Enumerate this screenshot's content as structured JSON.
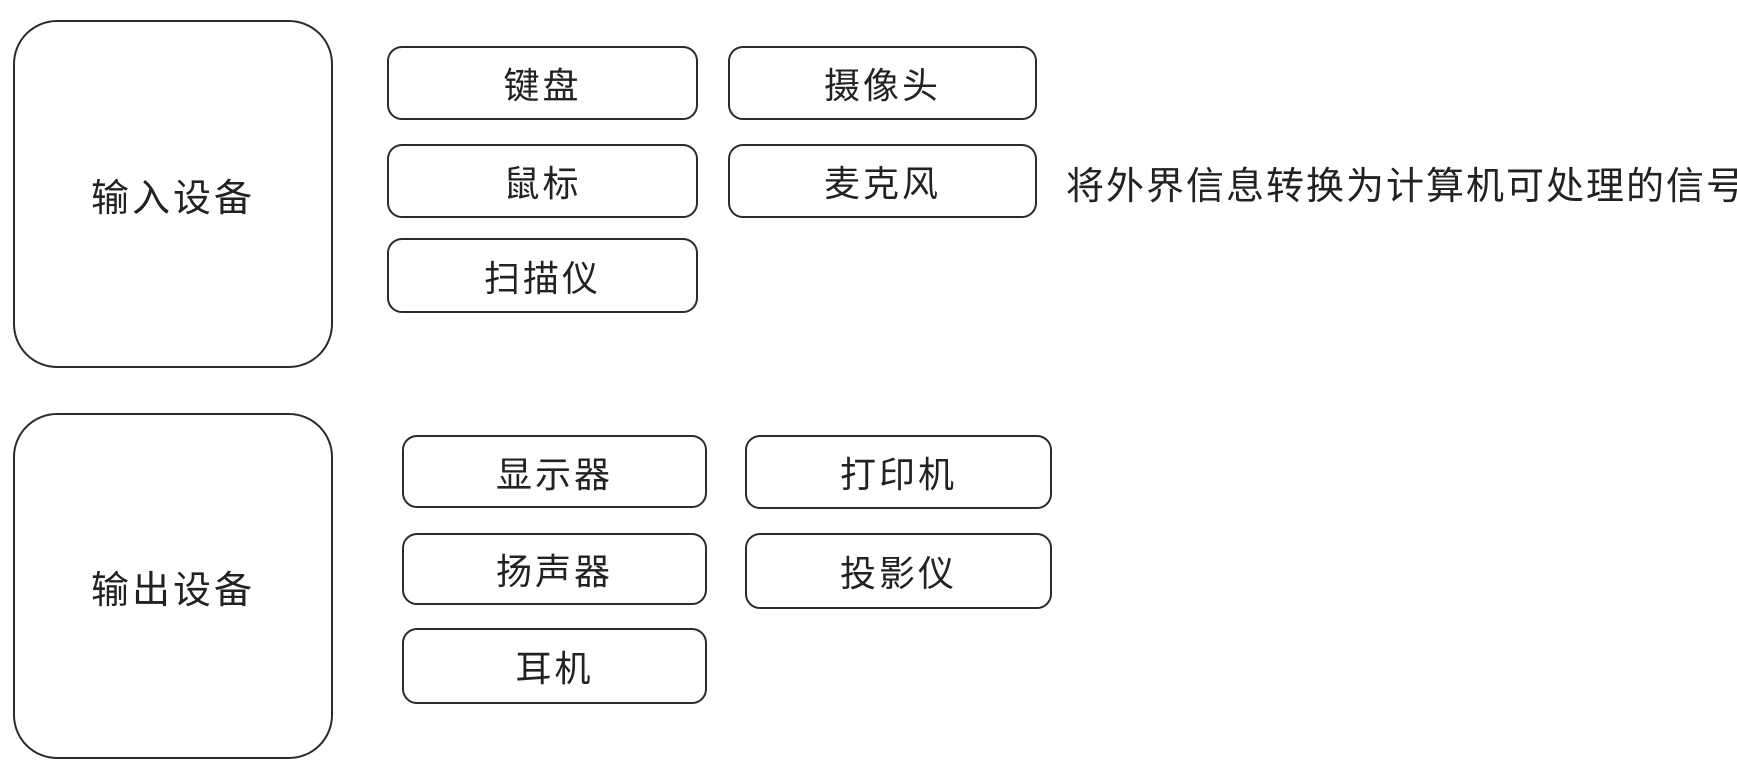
{
  "colors": {
    "background": "#ffffff",
    "border": "#2b2b2b",
    "text": "#222222"
  },
  "input": {
    "label": "输入设备",
    "devices": [
      "键盘",
      "鼠标",
      "扫描仪",
      "摄像头",
      "麦克风"
    ],
    "annotation": "将外界信息转换为计算机可处理的信号"
  },
  "output": {
    "label": "输出设备",
    "devices": [
      "显示器",
      "扬声器",
      "耳机",
      "打印机",
      "投影仪"
    ]
  }
}
